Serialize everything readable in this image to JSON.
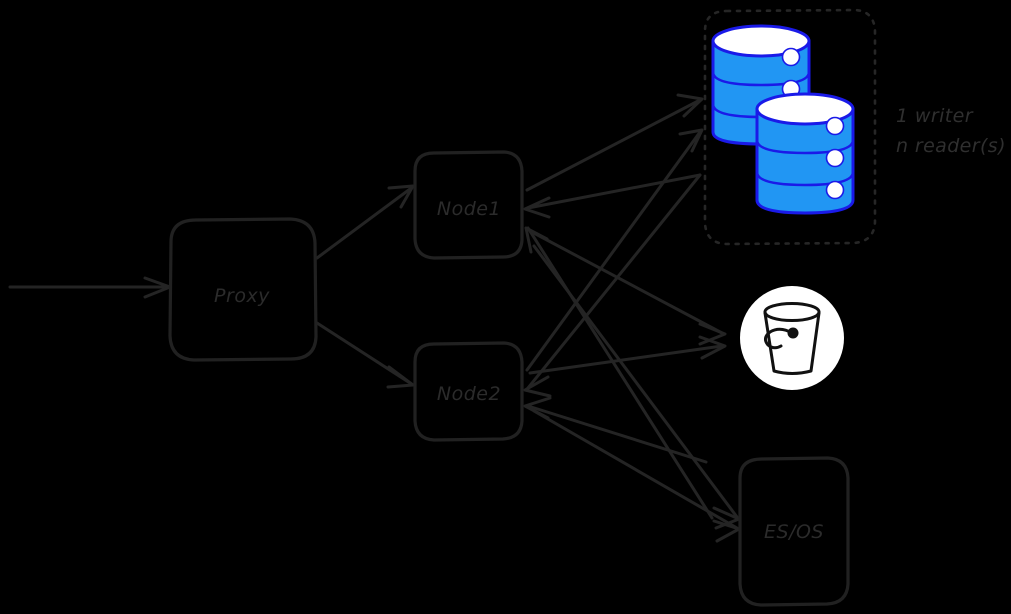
{
  "diagram": {
    "title": "",
    "background_color": "#000000",
    "stroke_color": "#212121",
    "accent_color": "#2196f3",
    "accent_outline_color": "#1a1ae8",
    "nodes": {
      "proxy": {
        "label": "Proxy"
      },
      "node1": {
        "label": "Node1"
      },
      "node2": {
        "label": "Node2"
      },
      "es_os": {
        "label": "ES/OS"
      },
      "database": {
        "icon": "database-cylinders-icon",
        "note_line1": "1 writer",
        "note_line2": "n reader(s)"
      },
      "bucket": {
        "icon": "bucket-icon",
        "label": ""
      }
    },
    "edges": [
      {
        "from": "external-client",
        "to": "proxy",
        "name": "ingress-arrow"
      },
      {
        "from": "proxy",
        "to": "node1",
        "name": "proxy-to-node1-arrow"
      },
      {
        "from": "proxy",
        "to": "node2",
        "name": "proxy-to-node2-arrow"
      },
      {
        "from": "node1",
        "to": "database",
        "name": "node1-to-database-arrow"
      },
      {
        "from": "node2",
        "to": "database",
        "name": "node2-to-database-arrow"
      },
      {
        "from": "node1",
        "to": "bucket",
        "name": "node1-to-bucket-arrow"
      },
      {
        "from": "node2",
        "to": "bucket",
        "name": "node2-to-bucket-arrow"
      },
      {
        "from": "node1",
        "to": "es_os",
        "name": "node1-to-esos-arrow"
      },
      {
        "from": "node2",
        "to": "es_os",
        "name": "node2-to-esos-arrow"
      }
    ]
  }
}
